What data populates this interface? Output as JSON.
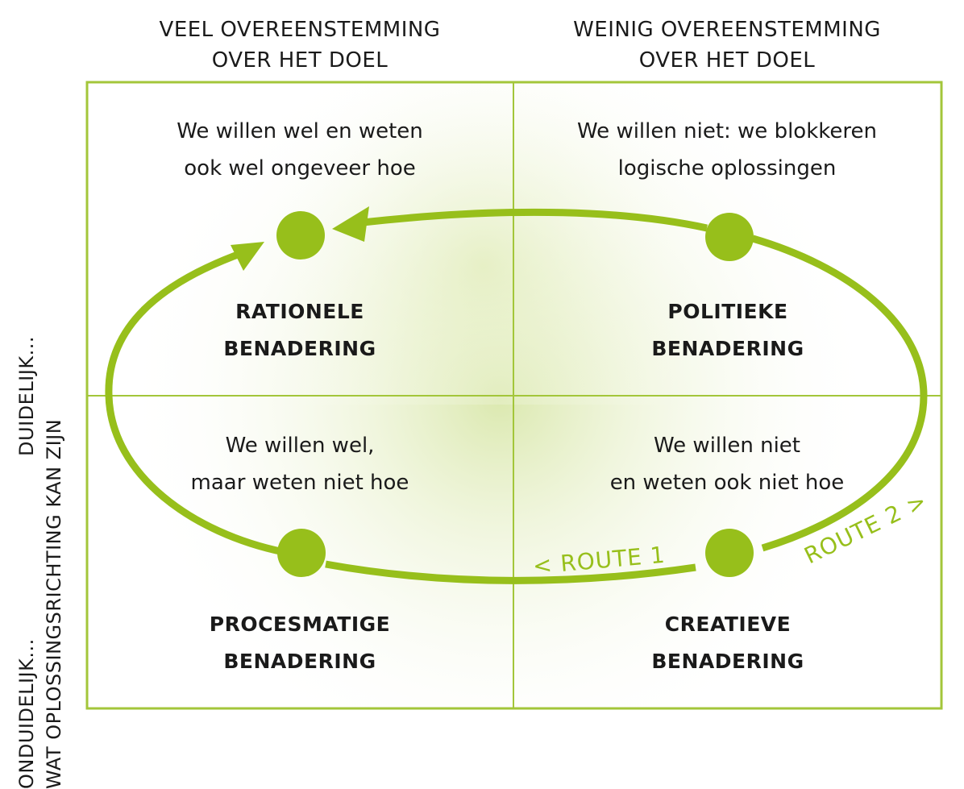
{
  "colors": {
    "accent": "#97bf1b",
    "frame": "#a3c63a",
    "text": "#1a1a1a",
    "route_text": "#97bf1b"
  },
  "column_headers": {
    "left": [
      "VEEL OVEREENSTEMMING",
      "OVER HET DOEL"
    ],
    "right": [
      "WEINIG OVEREENSTEMMING",
      "OVER HET DOEL"
    ]
  },
  "row_labels": {
    "top": [
      "DUIDELIJK...",
      "WAT OPLOSSINGSRICHTING KAN ZIJN"
    ],
    "bottom": [
      "ONDUIDELIJK...",
      "WAT OPLOSSINGSRICHTING KAN ZIJN"
    ],
    "top_line1": "DUIDELIJK...",
    "bottom_line1": "ONDUIDELIJK...",
    "shared_line2": "WAT OPLOSSINGSRICHTING KAN ZIJN"
  },
  "quadrants": {
    "top_left": {
      "statement": [
        "We willen wel en weten",
        "ook wel ongeveer hoe"
      ],
      "approach": [
        "RATIONELE",
        "BENADERING"
      ]
    },
    "top_right": {
      "statement": [
        "We willen niet: we blokkeren",
        "logische oplossingen"
      ],
      "approach": [
        "POLITIEKE",
        "BENADERING"
      ]
    },
    "bottom_left": {
      "statement": [
        "We willen wel,",
        "maar weten niet hoe"
      ],
      "approach": [
        "PROCESMATIGE",
        "BENADERING"
      ]
    },
    "bottom_right": {
      "statement": [
        "We willen niet",
        "en weten ook niet hoe"
      ],
      "approach": [
        "CREATIEVE",
        "BENADERING"
      ]
    }
  },
  "routes": {
    "route1": "< ROUTE 1",
    "route2": "ROUTE 2 >"
  }
}
